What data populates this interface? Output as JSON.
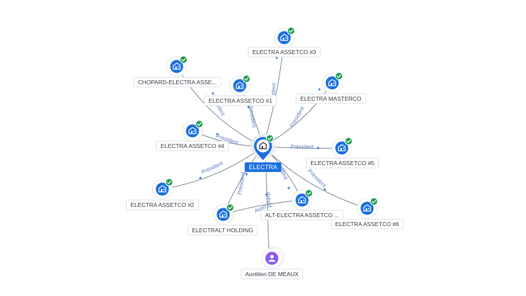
{
  "center": {
    "label": "ELECTRA"
  },
  "companies": [
    {
      "id": "a3",
      "label": "ELECTRA ASSETCO #3"
    },
    {
      "id": "chopard",
      "label": "CHOPARD-ELECTRA ASSE..."
    },
    {
      "id": "a1",
      "label": "ELECTRA ASSETCO #1"
    },
    {
      "id": "masterco",
      "label": "ELECTRA MASTERCO"
    },
    {
      "id": "a4",
      "label": "ELECTRA ASSETCO #4"
    },
    {
      "id": "a5",
      "label": "ELECTRA ASSETCO #5"
    },
    {
      "id": "a2",
      "label": "ELECTRA ASSETCO #2"
    },
    {
      "id": "alt",
      "label": "ALT-ELECTRA ASSETCO ..."
    },
    {
      "id": "a6",
      "label": "ELECTRA ASSETCO #6"
    },
    {
      "id": "holding",
      "label": "ELECTRALT HOLDING"
    }
  ],
  "person": {
    "label": "Aurélien DE MEAUX"
  },
  "edge_labels": {
    "a3": "ident",
    "chopard": "ident",
    "a1": "Président",
    "masterco": "Président",
    "a4": "Président",
    "a5": "Président",
    "a2": "Président",
    "alt": "ident",
    "a6": "Président",
    "holding": "Président",
    "person": "Présid",
    "holding_alt": "Asso"
  },
  "icons": {
    "company": "building-icon",
    "person": "person-icon",
    "status": "check-icon",
    "center": "location-pin-icon"
  },
  "colors": {
    "node": "#1a6fe0",
    "check": "#1b9a4a",
    "person": "#8a5cf0",
    "edge_label": "#5f7fbf"
  }
}
